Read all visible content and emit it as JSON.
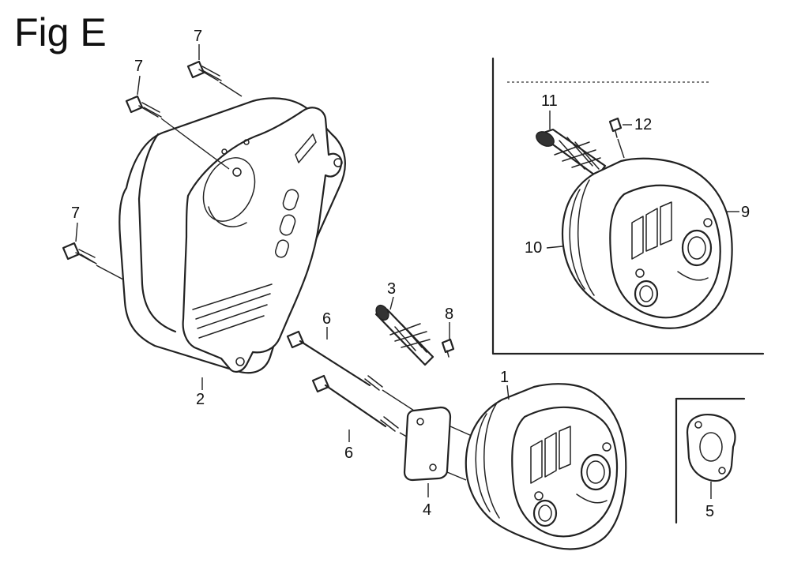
{
  "figure": {
    "title": "Fig E"
  },
  "callouts": {
    "c1": "1",
    "c2": "2",
    "c3": "3",
    "c4": "4",
    "c5": "5",
    "c6a": "6",
    "c6b": "6",
    "c7a": "7",
    "c7b": "7",
    "c7c": "7",
    "c8": "8",
    "c9": "9",
    "c10": "10",
    "c11": "11",
    "c12": "12"
  }
}
